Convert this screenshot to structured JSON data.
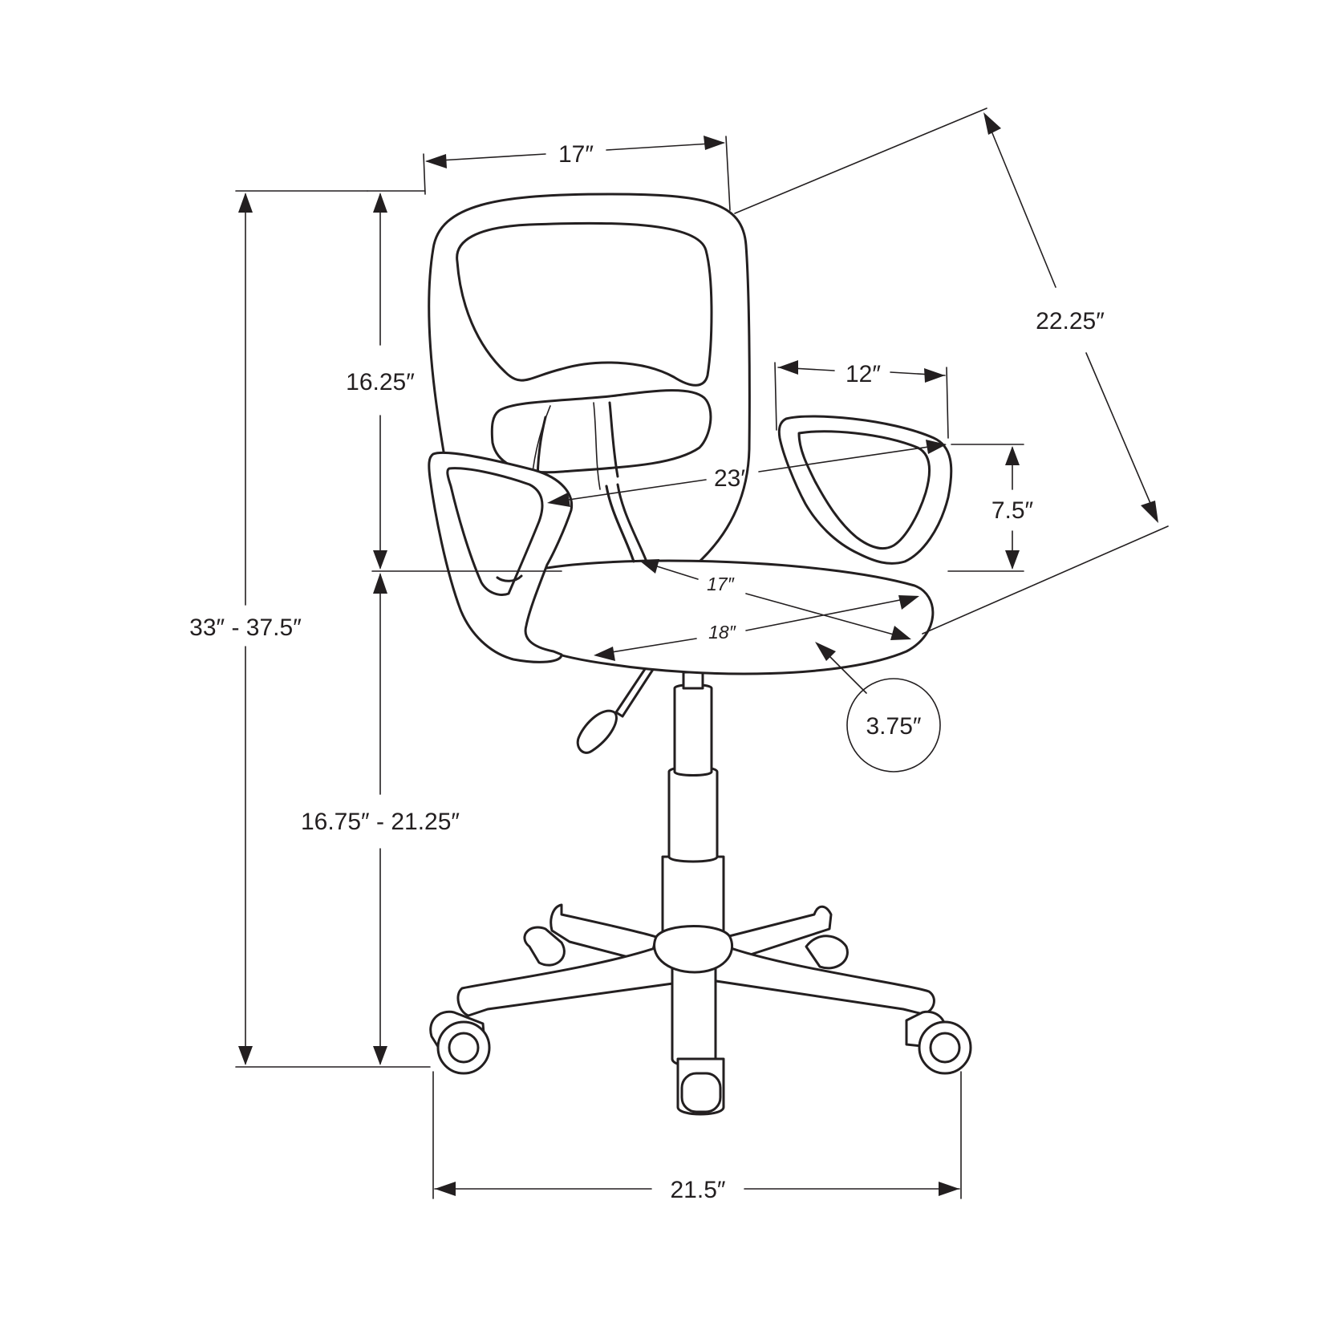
{
  "colors": {
    "line": "#231f20",
    "background": "#ffffff"
  },
  "dimensions": {
    "back_width": "17″",
    "overall_depth": "22.25″",
    "back_height": "16.25″",
    "arm_spacing": "12″",
    "arm_diagonal": "23″",
    "arm_height": "7.5″",
    "seat_depth": "17″",
    "seat_width": "18″",
    "overall_height": "33″ - 37.5″",
    "seat_height": "16.75″ - 21.25″",
    "seat_thickness": "3.75″",
    "base_width": "21.5″"
  }
}
